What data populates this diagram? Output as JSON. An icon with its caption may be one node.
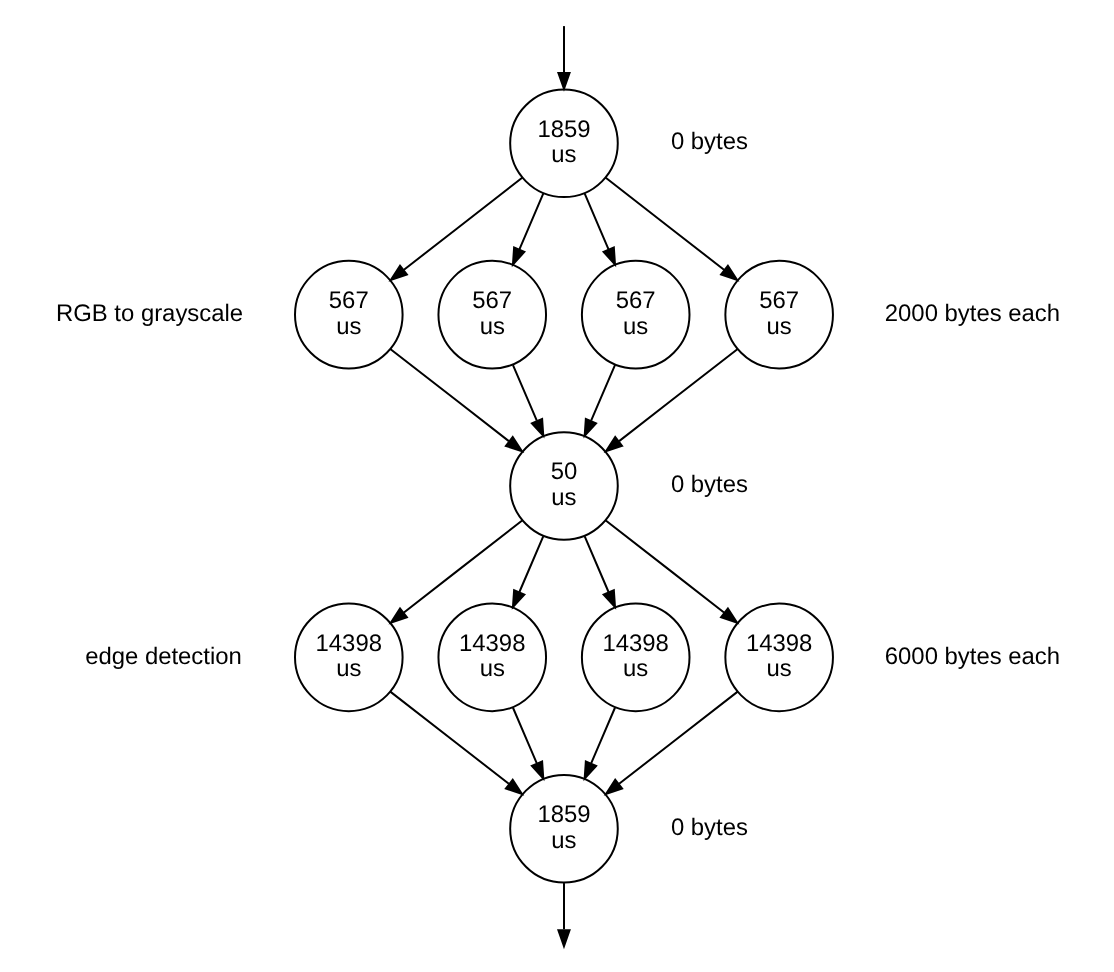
{
  "diagram": {
    "nodes": [
      {
        "text": [
          "1859 us"
        ],
        "beside": [
          "0 bytes"
        ]
      },
      {
        "text": [
          "567 us"
        ],
        "beside": [
          "RGB to grayscale"
        ]
      },
      {
        "text": [
          "567 us"
        ]
      },
      {
        "text": [
          "567 us"
        ]
      },
      {
        "text": [
          "567 us"
        ],
        "beside": [
          "2000 bytes each"
        ]
      },
      {
        "text": [
          "50 us"
        ],
        "beside": [
          "0 bytes"
        ]
      },
      {
        "text": [
          "14398 us"
        ],
        "beside": [
          "edge detection"
        ]
      },
      {
        "text": [
          "14398 us"
        ]
      },
      {
        "text": [
          "14398 us"
        ]
      },
      {
        "text": [
          "14398 us"
        ],
        "beside": [
          "6000 bytes each"
        ]
      },
      {
        "text": [
          "1859 us"
        ],
        "beside": [
          "0 bytes"
        ]
      }
    ],
    "edges": [
      {
        "from": null,
        "to": 0,
        "arrow": "to"
      },
      {
        "from": 0,
        "to": 1,
        "arrow": "to"
      },
      {
        "from": 0,
        "to": 2,
        "arrow": "to"
      },
      {
        "from": 0,
        "to": 3,
        "arrow": "to"
      },
      {
        "from": 0,
        "to": 4,
        "arrow": "to"
      },
      {
        "from": 1,
        "to": 5,
        "arrow": "to"
      },
      {
        "from": 2,
        "to": 5,
        "arrow": "to"
      },
      {
        "from": 3,
        "to": 5,
        "arrow": "to"
      },
      {
        "from": 4,
        "to": 5,
        "arrow": "to"
      },
      {
        "from": 5,
        "to": 6,
        "arrow": "to"
      },
      {
        "from": 5,
        "to": 7,
        "arrow": "to"
      },
      {
        "from": 5,
        "to": 8,
        "arrow": "to"
      },
      {
        "from": 5,
        "to": 9,
        "arrow": "to"
      },
      {
        "from": 6,
        "to": 10,
        "arrow": "to"
      },
      {
        "from": 7,
        "to": 10,
        "arrow": "to"
      },
      {
        "from": 8,
        "to": 10,
        "arrow": "to"
      },
      {
        "from": 9,
        "to": 10,
        "arrow": "to"
      },
      {
        "from": 10,
        "to": null,
        "arrow": "to"
      }
    ]
  }
}
